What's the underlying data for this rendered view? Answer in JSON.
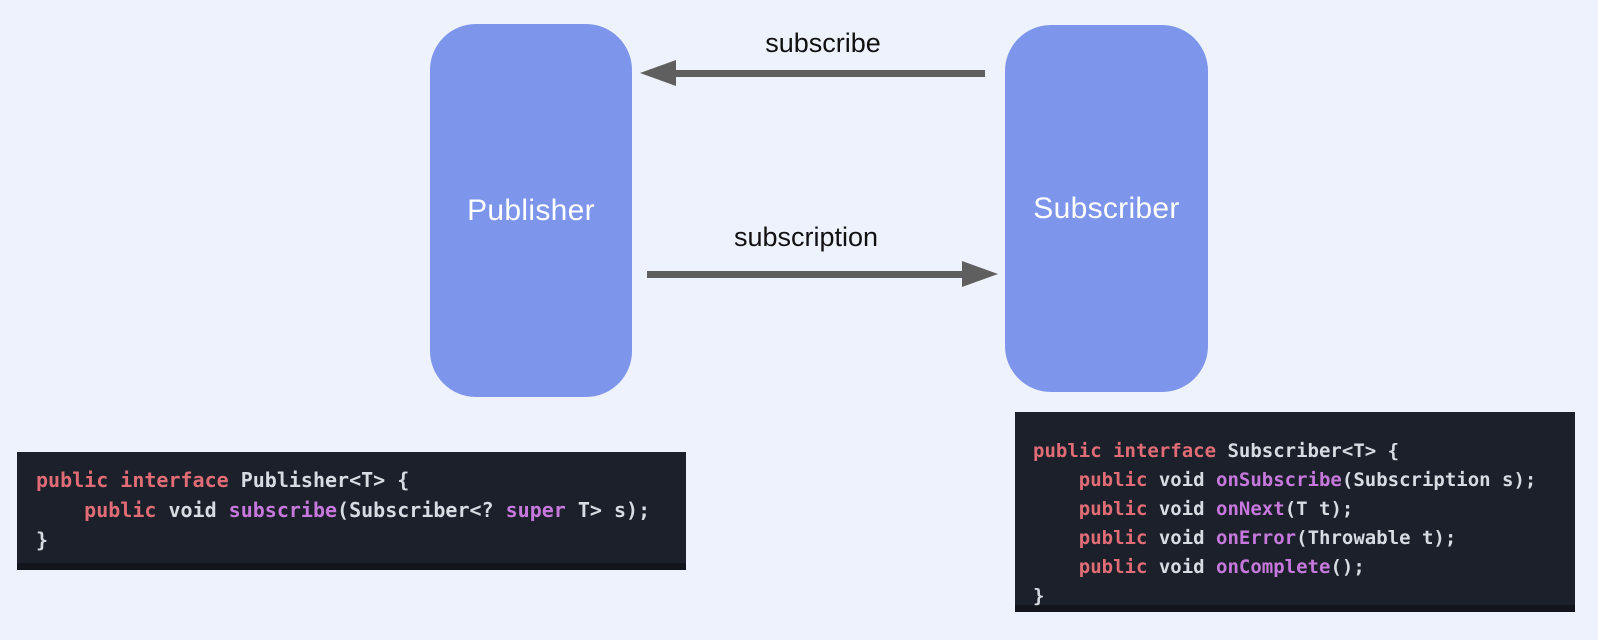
{
  "colors": {
    "bg": "#edf2fc",
    "box": "#7e95ec",
    "box-text": "#ffffff",
    "arrow": "#5f5f5f",
    "label": "#111111",
    "code-bg": "#1c202a",
    "code-edge": "#12151c",
    "kw": "#e06c75",
    "fn": "#c678dd",
    "code-text": "#d7dbe2"
  },
  "diagram": {
    "publisher_box": {
      "label": "Publisher"
    },
    "subscriber_box": {
      "label": "Subscriber"
    },
    "arrows": [
      {
        "label": "subscribe",
        "direction": "right-to-left",
        "from": "Subscriber",
        "to": "Publisher"
      },
      {
        "label": "subscription",
        "direction": "left-to-right",
        "from": "Publisher",
        "to": "Subscriber"
      }
    ]
  },
  "code_blocks": {
    "publisher": {
      "language": "java",
      "lines": [
        [
          {
            "t": "public",
            "c": "kw"
          },
          {
            "t": " ",
            "c": "plain"
          },
          {
            "t": "interface",
            "c": "kw"
          },
          {
            "t": " Publisher<T> {",
            "c": "plain"
          }
        ],
        [
          {
            "t": "    ",
            "c": "plain"
          },
          {
            "t": "public",
            "c": "kw"
          },
          {
            "t": " void ",
            "c": "plain"
          },
          {
            "t": "subscribe",
            "c": "fn"
          },
          {
            "t": "(Subscriber<? ",
            "c": "plain"
          },
          {
            "t": "super",
            "c": "fn"
          },
          {
            "t": " T> s);",
            "c": "plain"
          }
        ],
        [
          {
            "t": "}",
            "c": "plain"
          }
        ]
      ]
    },
    "subscriber": {
      "language": "java",
      "lines": [
        [
          {
            "t": "public",
            "c": "kw"
          },
          {
            "t": " ",
            "c": "plain"
          },
          {
            "t": "interface",
            "c": "kw"
          },
          {
            "t": " Subscriber<T> {",
            "c": "plain"
          }
        ],
        [
          {
            "t": "    ",
            "c": "plain"
          },
          {
            "t": "public",
            "c": "kw"
          },
          {
            "t": " void ",
            "c": "plain"
          },
          {
            "t": "onSubscribe",
            "c": "fn"
          },
          {
            "t": "(Subscription s);",
            "c": "plain"
          }
        ],
        [
          {
            "t": "    ",
            "c": "plain"
          },
          {
            "t": "public",
            "c": "kw"
          },
          {
            "t": " void ",
            "c": "plain"
          },
          {
            "t": "onNext",
            "c": "fn"
          },
          {
            "t": "(T t);",
            "c": "plain"
          }
        ],
        [
          {
            "t": "    ",
            "c": "plain"
          },
          {
            "t": "public",
            "c": "kw"
          },
          {
            "t": " void ",
            "c": "plain"
          },
          {
            "t": "onError",
            "c": "fn"
          },
          {
            "t": "(Throwable t);",
            "c": "plain"
          }
        ],
        [
          {
            "t": "    ",
            "c": "plain"
          },
          {
            "t": "public",
            "c": "kw"
          },
          {
            "t": " void ",
            "c": "plain"
          },
          {
            "t": "onComplete",
            "c": "fn"
          },
          {
            "t": "();",
            "c": "plain"
          }
        ],
        [
          {
            "t": "}",
            "c": "plain"
          }
        ]
      ]
    }
  }
}
